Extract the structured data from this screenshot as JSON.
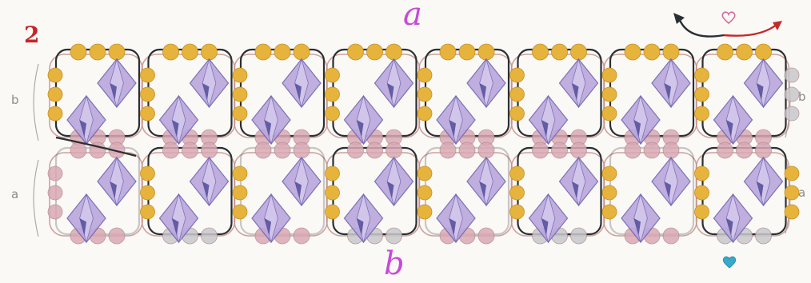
{
  "diagram": {
    "step_number": "2",
    "top_label": "a",
    "bottom_label": "b",
    "left_labels": [
      "b",
      "a"
    ],
    "right_labels": [
      "b",
      "a"
    ],
    "grid": {
      "rows": 2,
      "columns": 8
    },
    "colors": {
      "background": "#fbf9f6",
      "gold_bead": "#e6b43c",
      "gold_bead_edge": "#c88e22",
      "pink_bead": "#d9a8b4",
      "grey_bead": "#c8c8cc",
      "crystal": "#b9a6dc",
      "crystal_edge": "#6f64b2",
      "thread_dark": "#2a2f33",
      "thread_pink": "#c48a86",
      "arrow_dark": "#2a2f33",
      "arrow_red": "#c22a2a",
      "heart_pink": "#d46a9a",
      "heart_blue": "#3aa8c8",
      "label_magenta": "#c74ad8",
      "step_red": "#c4262b"
    },
    "icons": [
      "heart-start-icon",
      "heart-end-icon",
      "curved-arrow-left-icon",
      "curved-arrow-right-icon"
    ]
  }
}
